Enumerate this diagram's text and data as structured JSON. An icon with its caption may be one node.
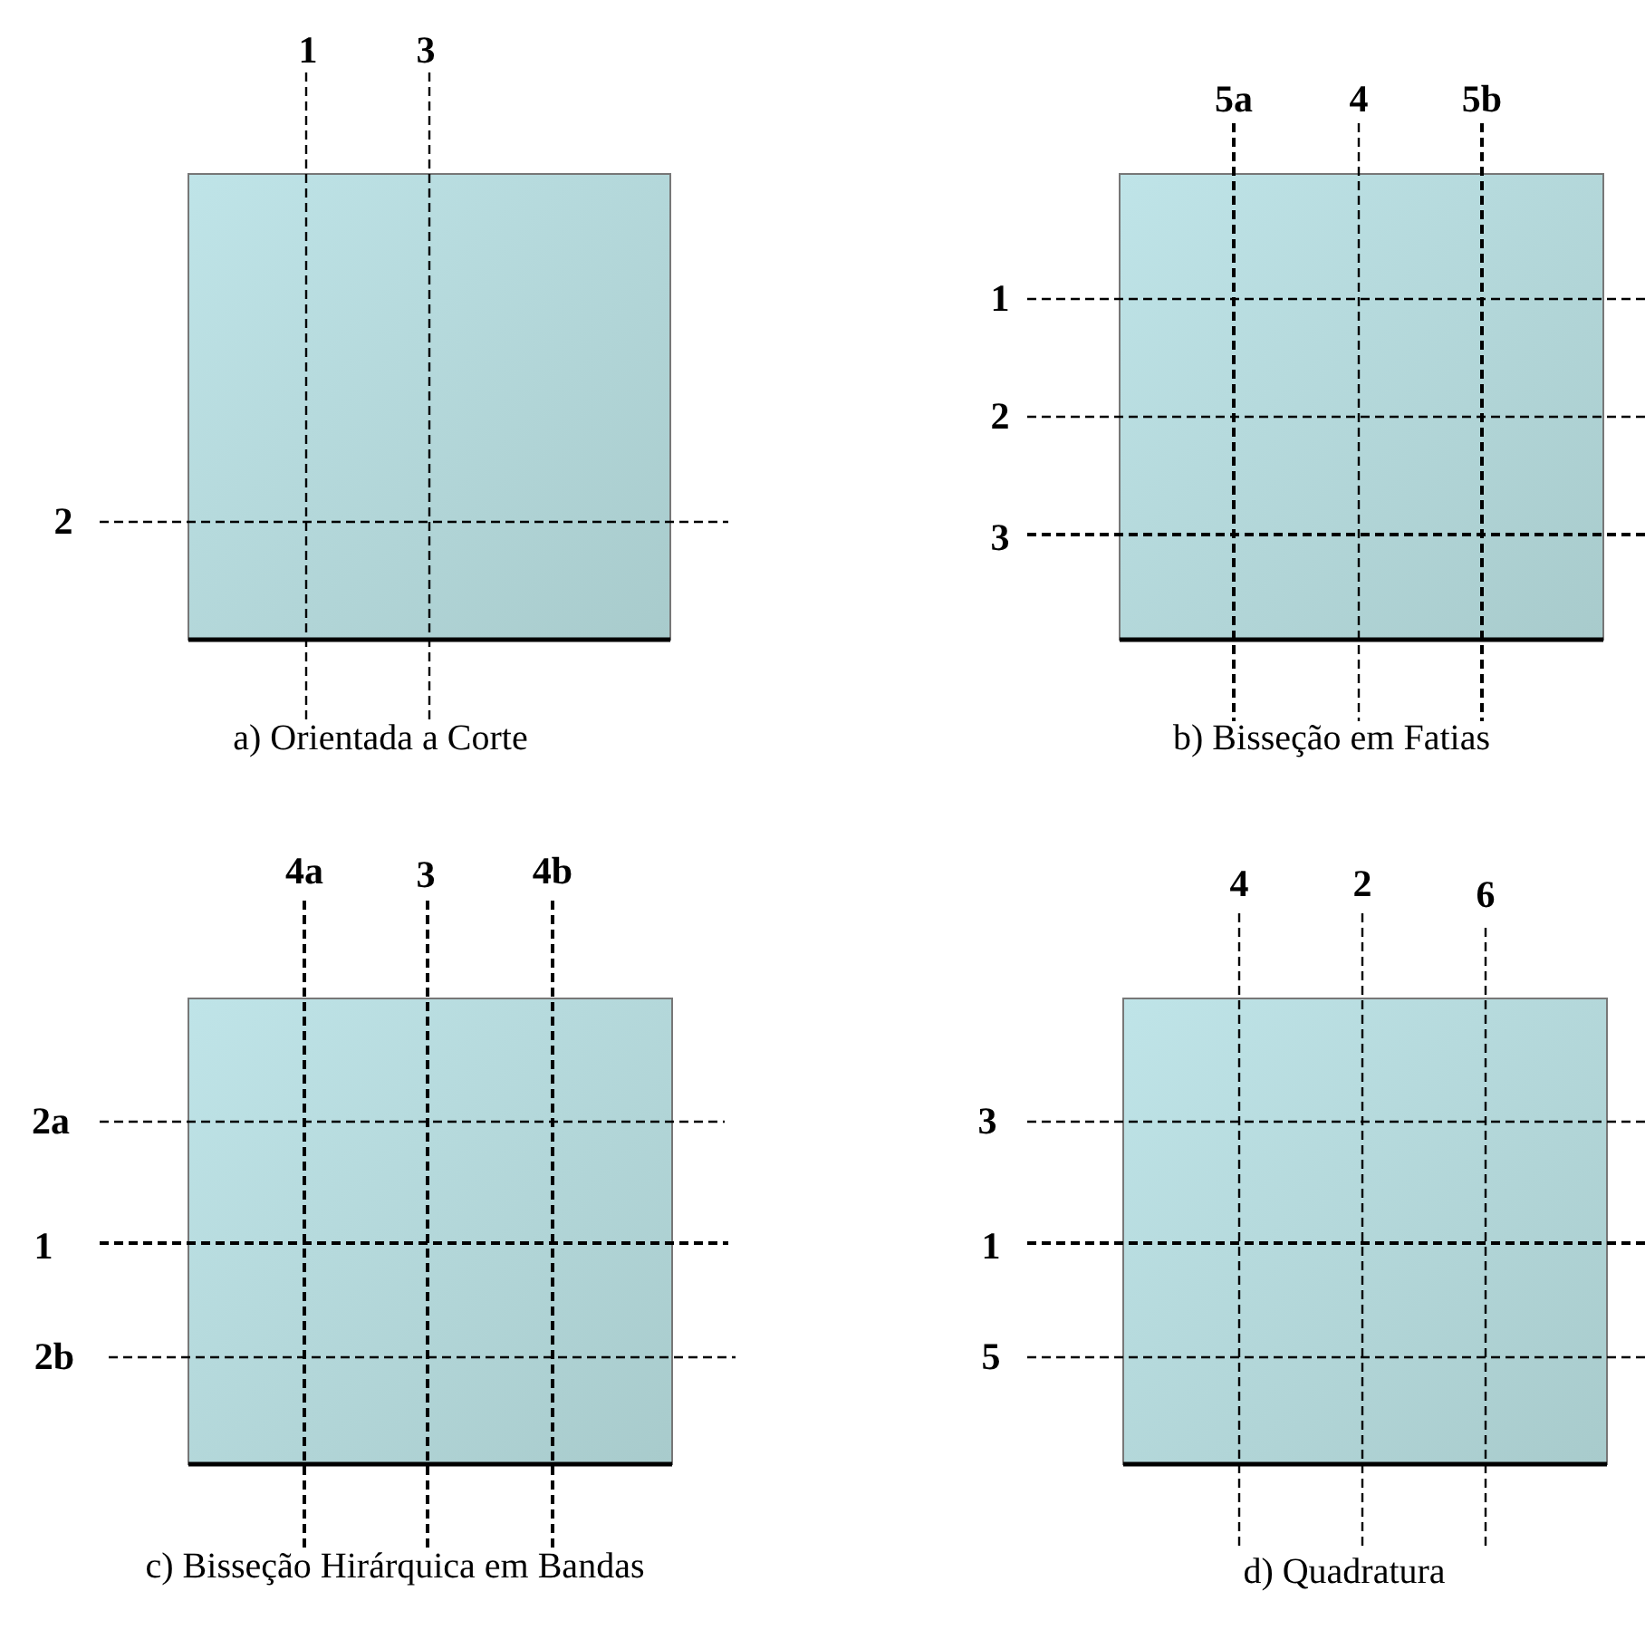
{
  "diagram": {
    "labels": [
      "1",
      "3",
      "2",
      "a) Orientada a Corte",
      "5a",
      "4",
      "5b",
      "1",
      "2",
      "3",
      "b) Bisseção em Fatias",
      "4a",
      "3",
      "4b",
      "2a",
      "1",
      "2b",
      "c) Bisseção Hirárquica em Bandas",
      "4",
      "2",
      "6",
      "3",
      "1",
      "5",
      "d) Quadratura"
    ]
  }
}
